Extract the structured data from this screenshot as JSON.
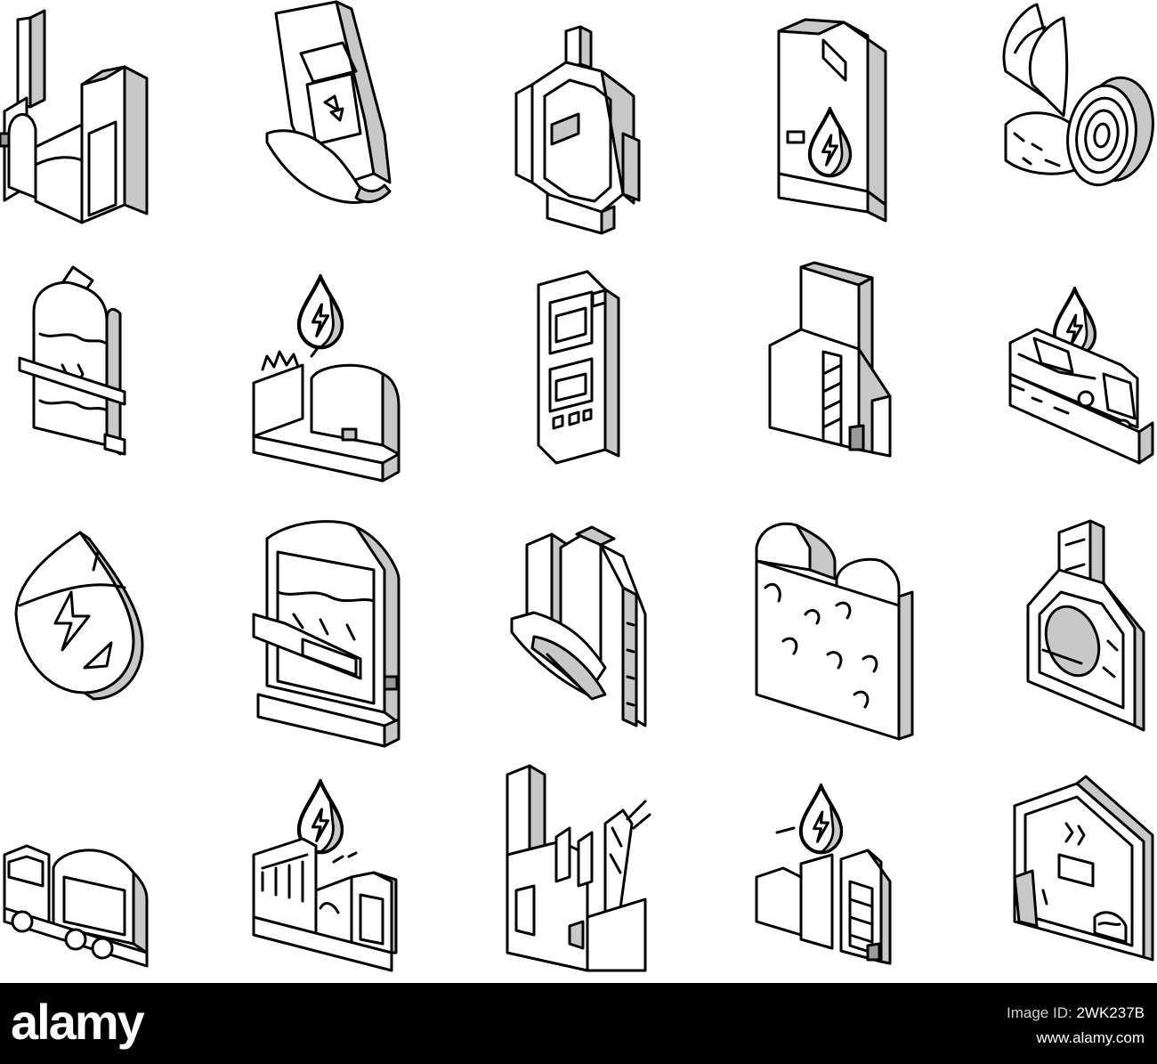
{
  "footer": {
    "brand": "alamy",
    "image_id_label": "Image ID:",
    "image_id": "2WK237B",
    "site": "www.alamy.com"
  },
  "icons": [
    "biogas-plant-icon",
    "fertilizer-bag-icon",
    "gas-boiler-icon",
    "biofuel-canister-icon",
    "biomass-wood-icon",
    "fermentation-tank-icon",
    "biogas-facility-icon",
    "gas-meter-icon",
    "digester-building-icon",
    "biomass-truck-icon",
    "bioenergy-drop-icon",
    "digester-tank-icon",
    "biomass-feeder-icon",
    "organic-waste-tank-icon",
    "biomass-house-icon",
    "gas-tanker-truck-icon",
    "bio-power-station-icon",
    "biomass-factory-icon",
    "bio-refinery-icon",
    "biogas-home-icon"
  ],
  "colors": {
    "line": "#000000",
    "shade": "#c8c8c8",
    "dark": "#9a9a9a",
    "background": "#ffffff",
    "footer": "#000000"
  }
}
